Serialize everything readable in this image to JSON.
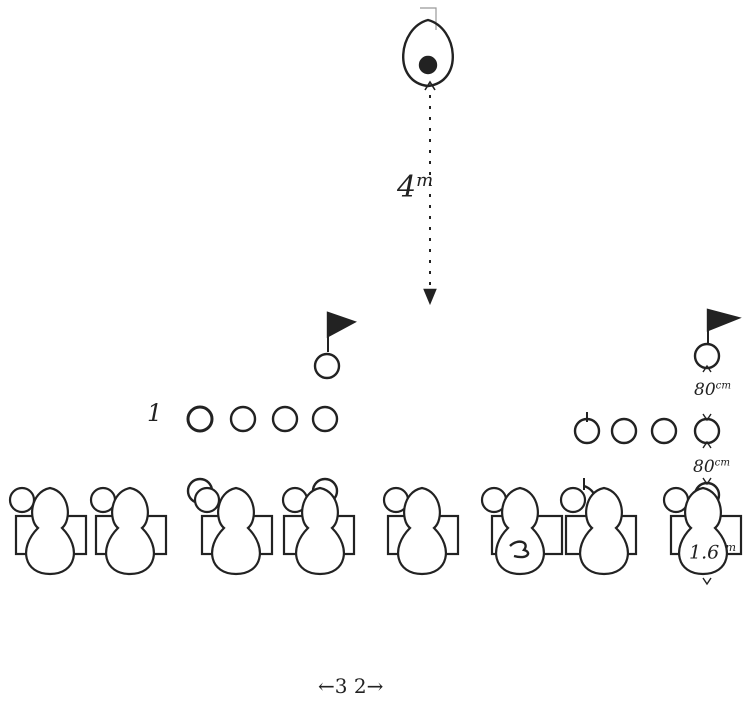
{
  "diagram": {
    "top_distance": {
      "value": "4",
      "unit": "m"
    },
    "spacing_label_1": {
      "value": "80",
      "unit": "cm"
    },
    "spacing_label_2": {
      "value": "80",
      "unit": "cm"
    },
    "spacing_label_3": {
      "value": "1.6",
      "unit": "m"
    },
    "row_marker": "1",
    "bottom_width_label": "←3 2→"
  },
  "colors": {
    "ink": "#222222",
    "paper": "#ffffff"
  }
}
